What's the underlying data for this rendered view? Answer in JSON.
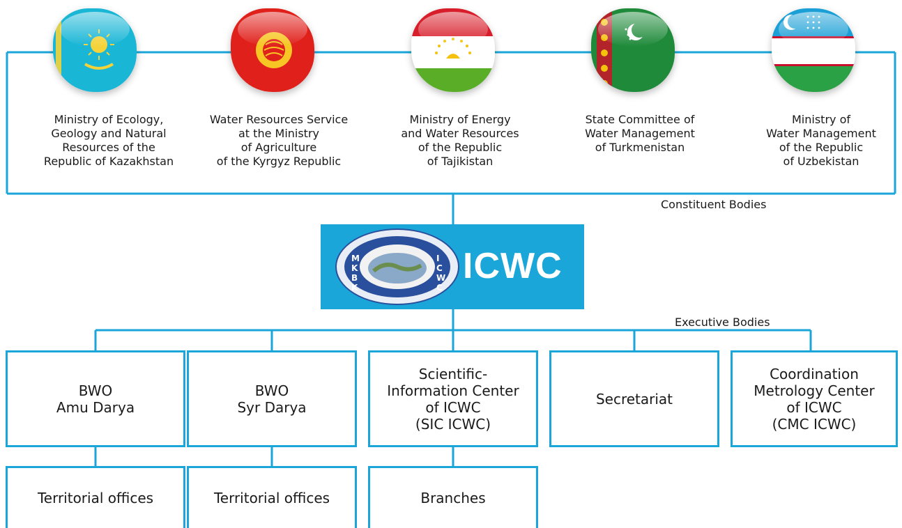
{
  "ministries": [
    {
      "name": "Ministry of Ecology,\nGeology and Natural\nResources of the\nRepublic of Kazakhstan",
      "flag": "kazakhstan-flag"
    },
    {
      "name": "Water Resources Service\nat the Ministry\nof Agriculture\nof the Kyrgyz Republic",
      "flag": "kyrgyzstan-flag"
    },
    {
      "name": "Ministry of Energy\nand Water Resources\nof the Republic\nof Tajikistan",
      "flag": "tajikistan-flag"
    },
    {
      "name": "State Committee of\nWater Management\nof Turkmenistan",
      "flag": "turkmenistan-flag"
    },
    {
      "name": "Ministry of\nWater Management\nof the Republic\nof Uzbekistan",
      "flag": "uzbekistan-flag"
    }
  ],
  "labels": {
    "constituent": "Constituent Bodies",
    "executive": "Executive Bodies"
  },
  "center": {
    "title": "ICWC",
    "emblem": "icwc-emblem"
  },
  "executive": [
    "BWO\nAmu Darya",
    "BWO\nSyr Darya",
    "Scientific-\nInformation Center\nof ICWC\n(SIC ICWC)",
    "Secretariat",
    "Coordination\nMetrology Center\nof ICWC\n(CMC ICWC)"
  ],
  "subordinate": [
    "Territorial offices",
    "Territorial offices",
    "Branches"
  ],
  "colors": {
    "accent": "#1ba6d9",
    "text": "#1a1a1a"
  }
}
